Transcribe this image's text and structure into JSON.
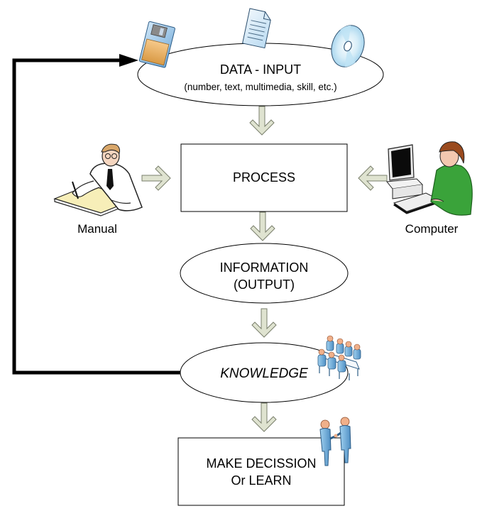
{
  "diagram": {
    "nodes": {
      "data_input": {
        "title": "DATA - INPUT",
        "subtitle": "(number, text, multimedia, skill, etc.)",
        "shape": "ellipse"
      },
      "process": {
        "title": "PROCESS",
        "shape": "rectangle"
      },
      "information": {
        "line1": "INFORMATION",
        "line2": "(OUTPUT)",
        "shape": "ellipse"
      },
      "knowledge": {
        "title": "KNOWLEDGE",
        "shape": "ellipse",
        "style": "italic"
      },
      "decision": {
        "line1": "MAKE DECISSION",
        "line2": "Or LEARN",
        "shape": "rectangle"
      }
    },
    "side_labels": {
      "manual": "Manual",
      "computer": "Computer"
    },
    "icons": [
      "floppy-disk-icon",
      "document-icon",
      "cd-disc-icon",
      "man-writing-icon",
      "woman-at-computer-icon",
      "meeting-table-icon",
      "handshake-icon"
    ],
    "edges": [
      {
        "from": "data_input",
        "to": "process",
        "style": "block-arrow"
      },
      {
        "from": "manual",
        "to": "process",
        "style": "block-arrow"
      },
      {
        "from": "computer",
        "to": "process",
        "style": "block-arrow"
      },
      {
        "from": "process",
        "to": "information",
        "style": "block-arrow"
      },
      {
        "from": "information",
        "to": "knowledge",
        "style": "block-arrow"
      },
      {
        "from": "knowledge",
        "to": "decision",
        "style": "block-arrow"
      },
      {
        "from": "knowledge",
        "to": "data_input",
        "style": "feedback-line"
      }
    ],
    "colors": {
      "arrow_fill": "#dfe3d0",
      "arrow_stroke": "#7a7f6c",
      "feedback": "#000000",
      "shape_stroke": "#000000"
    }
  }
}
